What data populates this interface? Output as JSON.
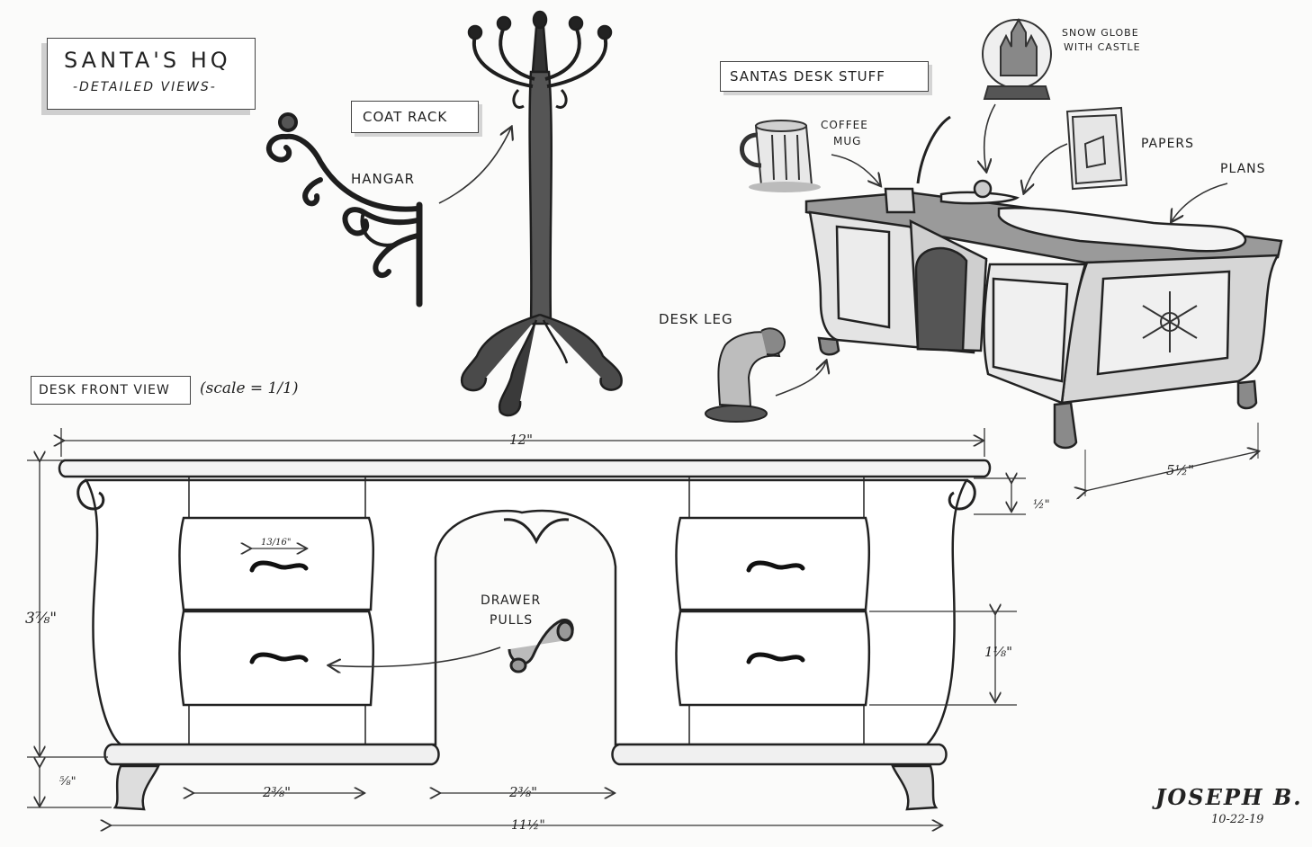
{
  "title": {
    "main": "SANTA'S HQ",
    "sub": "-DETAILED VIEWS-"
  },
  "labels": {
    "coat_rack": "COAT RACK",
    "hangar": "HANGAR",
    "desk_stuff": "SANTAS DESK STUFF",
    "coffee_mug_1": "COFFEE",
    "coffee_mug_2": "MUG",
    "snow_globe_1": "SNOW GLOBE",
    "snow_globe_2": "WITH CASTLE",
    "papers": "PAPERS",
    "plans": "PLANS",
    "desk_leg": "DESK LEG",
    "desk_front_view": "DESK FRONT VIEW",
    "scale": "(scale = 1/1)",
    "drawer_pulls_1": "DRAWER",
    "drawer_pulls_2": "PULLS"
  },
  "dimensions": {
    "width_top": "12\"",
    "depth": "5½\"",
    "top_thickness": "½\"",
    "height": "3⅞\"",
    "leg_height": "⅝\"",
    "drawer_height": "1⅛\"",
    "pull_width": "13/16\"",
    "drawer_width": "2⅜\"",
    "gap_width": "2⅜\"",
    "base_width": "11½\""
  },
  "signature": {
    "name": "JOSEPH B.",
    "date": "10-22-19"
  },
  "colors": {
    "ink": "#222222",
    "shade": "#8a8a8a",
    "paper": "#fbfbfa"
  }
}
